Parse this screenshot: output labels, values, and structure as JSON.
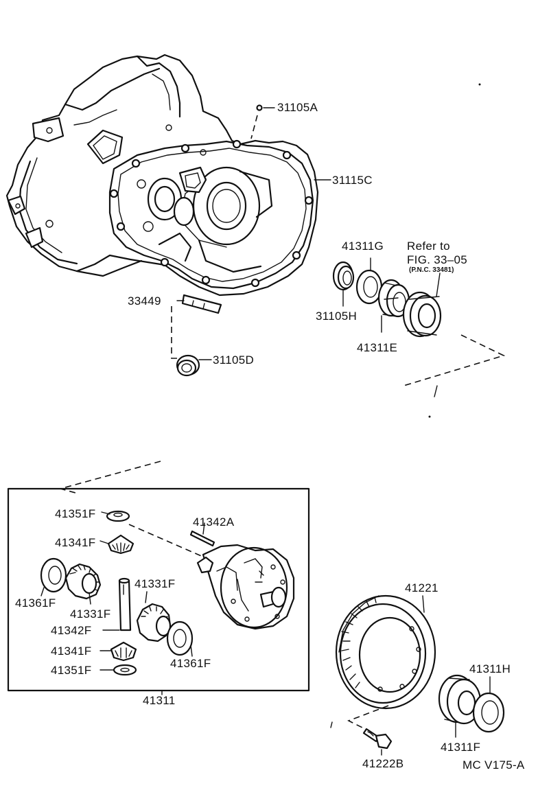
{
  "parts": {
    "p31105A": "31105A",
    "p31115C": "31115C",
    "p41311G": "41311G",
    "p31105H": "31105H",
    "p41311E": "41311E",
    "p33449": "33449",
    "p31105D": "31105D",
    "p41351F_top": "41351F",
    "p41342A": "41342A",
    "p41341F_top": "41341F",
    "p41331F_right": "41331F",
    "p41361F_left": "41361F",
    "p41331F_left": "41331F",
    "p41342F": "41342F",
    "p41341F_bottom": "41341F",
    "p41351F_bottom": "41351F",
    "p41361F_right": "41361F",
    "p41311": "41311",
    "p41221": "41221",
    "p41311H": "41311H",
    "p41311F": "41311F",
    "p41222B": "41222B"
  },
  "reference": {
    "line1": "Refer to",
    "line2": "FIG. 33–05",
    "line3": "(P.N.C. 33481)"
  },
  "figure_code": "MC V175-A"
}
